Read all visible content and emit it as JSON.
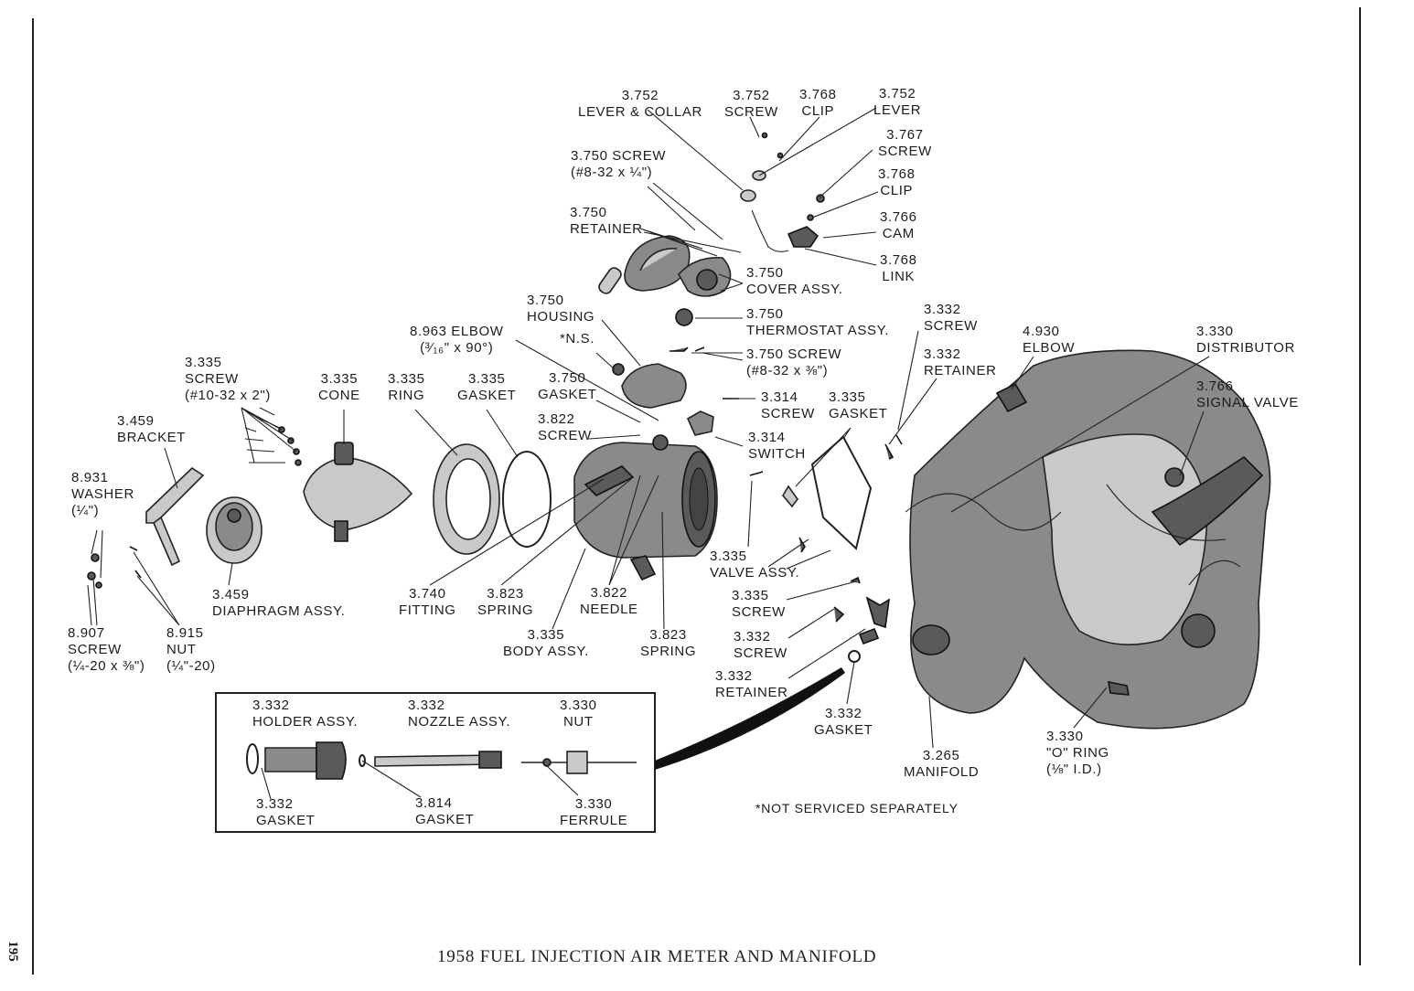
{
  "caption": "1958 FUEL INJECTION AIR METER AND MANIFOLD",
  "page_number": "195",
  "note": "*NOT SERVICED SEPARATELY",
  "labels": [
    {
      "id": "lever-collar-3752",
      "lines": [
        "3.752",
        "LEVER & COLLAR"
      ]
    },
    {
      "id": "screw-3752",
      "lines": [
        "3.752",
        "SCREW"
      ]
    },
    {
      "id": "clip-3768-top",
      "lines": [
        "3.768",
        "CLIP"
      ]
    },
    {
      "id": "lever-3752",
      "lines": [
        "3.752",
        "LEVER"
      ]
    },
    {
      "id": "screw-3767",
      "lines": [
        "3.767",
        "SCREW"
      ]
    },
    {
      "id": "clip-3768",
      "lines": [
        "3.768",
        "CLIP"
      ]
    },
    {
      "id": "cam-3766",
      "lines": [
        "3.766",
        "CAM"
      ]
    },
    {
      "id": "link-3768",
      "lines": [
        "3.768",
        "LINK"
      ]
    },
    {
      "id": "screw-3750-a",
      "lines": [
        "3.750 SCREW",
        "(#8-32 x ¼\")"
      ]
    },
    {
      "id": "retainer-3750",
      "lines": [
        "3.750",
        "RETAINER"
      ]
    },
    {
      "id": "cover-3750",
      "lines": [
        "3.750",
        "COVER ASSY."
      ]
    },
    {
      "id": "housing-3750",
      "lines": [
        "3.750",
        "HOUSING"
      ]
    },
    {
      "id": "thermostat-3750",
      "lines": [
        "3.750",
        "THERMOSTAT ASSY."
      ]
    },
    {
      "id": "elbow-8963",
      "lines": [
        "8.963 ELBOW",
        "(³⁄₁₆\" x 90°)"
      ]
    },
    {
      "id": "ns",
      "lines": [
        "*N.S."
      ]
    },
    {
      "id": "screw-3750-b",
      "lines": [
        "3.750 SCREW",
        "(#8-32 x ⅜\")"
      ]
    },
    {
      "id": "screw-3335-a",
      "lines": [
        "3.335",
        "SCREW",
        "(#10-32 x 2\")"
      ]
    },
    {
      "id": "cone-3335",
      "lines": [
        "3.335",
        "CONE"
      ]
    },
    {
      "id": "ring-3335",
      "lines": [
        "3.335",
        "RING"
      ]
    },
    {
      "id": "gasket-3335-a",
      "lines": [
        "3.335",
        "GASKET"
      ]
    },
    {
      "id": "gasket-3750",
      "lines": [
        "3.750",
        "GASKET"
      ]
    },
    {
      "id": "screw-3314",
      "lines": [
        "3.314",
        "SCREW"
      ]
    },
    {
      "id": "gasket-3335-b",
      "lines": [
        "3.335",
        "GASKET"
      ]
    },
    {
      "id": "bracket-3459",
      "lines": [
        "3.459",
        "BRACKET"
      ]
    },
    {
      "id": "screw-3822",
      "lines": [
        "3.822",
        "SCREW"
      ]
    },
    {
      "id": "switch-3314",
      "lines": [
        "3.314",
        "SWITCH"
      ]
    },
    {
      "id": "washer-8931",
      "lines": [
        "8.931",
        "WASHER",
        "(¼\")"
      ]
    },
    {
      "id": "screw-3332-a",
      "lines": [
        "3.332",
        "SCREW"
      ]
    },
    {
      "id": "retainer-3332-a",
      "lines": [
        "3.332",
        "RETAINER"
      ]
    },
    {
      "id": "elbow-4930",
      "lines": [
        "4.930",
        "ELBOW"
      ]
    },
    {
      "id": "distributor-3330",
      "lines": [
        "3.330",
        "DISTRIBUTOR"
      ]
    },
    {
      "id": "signal-valve-3766",
      "lines": [
        "3.766",
        "SIGNAL VALVE"
      ]
    },
    {
      "id": "valve-3335",
      "lines": [
        "3.335",
        "VALVE ASSY."
      ]
    },
    {
      "id": "diaphragm-3459",
      "lines": [
        "3.459",
        "DIAPHRAGM ASSY."
      ]
    },
    {
      "id": "fitting-3740",
      "lines": [
        "3.740",
        "FITTING"
      ]
    },
    {
      "id": "spring-3823-a",
      "lines": [
        "3.823",
        "SPRING"
      ]
    },
    {
      "id": "needle-3822",
      "lines": [
        "3.822",
        "NEEDLE"
      ]
    },
    {
      "id": "screw-3335-b",
      "lines": [
        "3.335",
        "SCREW"
      ]
    },
    {
      "id": "screw-8907",
      "lines": [
        "8.907",
        "SCREW",
        "(¼-20 x ⅜\")"
      ]
    },
    {
      "id": "nut-8915",
      "lines": [
        "8.915",
        "NUT",
        "(¼\"-20)"
      ]
    },
    {
      "id": "body-3335",
      "lines": [
        "3.335",
        "BODY ASSY."
      ]
    },
    {
      "id": "spring-3823-b",
      "lines": [
        "3.823",
        "SPRING"
      ]
    },
    {
      "id": "screw-3332-b",
      "lines": [
        "3.332",
        "SCREW"
      ]
    },
    {
      "id": "retainer-3332-b",
      "lines": [
        "3.332",
        "RETAINER"
      ]
    },
    {
      "id": "gasket-3332-a",
      "lines": [
        "3.332",
        "GASKET"
      ]
    },
    {
      "id": "manifold-3265",
      "lines": [
        "3.265",
        "MANIFOLD"
      ]
    },
    {
      "id": "oring-3330",
      "lines": [
        "3.330",
        "\"O\" RING",
        "(⅛\" I.D.)"
      ]
    },
    {
      "id": "holder-3332",
      "lines": [
        "3.332",
        "HOLDER ASSY."
      ]
    },
    {
      "id": "nozzle-3332",
      "lines": [
        "3.332",
        "NOZZLE ASSY."
      ]
    },
    {
      "id": "nut-3330",
      "lines": [
        "3.330",
        "NUT"
      ]
    },
    {
      "id": "gasket-3332-b",
      "lines": [
        "3.332",
        "GASKET"
      ]
    },
    {
      "id": "gasket-3814",
      "lines": [
        "3.814",
        "GASKET"
      ]
    },
    {
      "id": "ferrule-3330",
      "lines": [
        "3.330",
        "FERRULE"
      ]
    }
  ]
}
